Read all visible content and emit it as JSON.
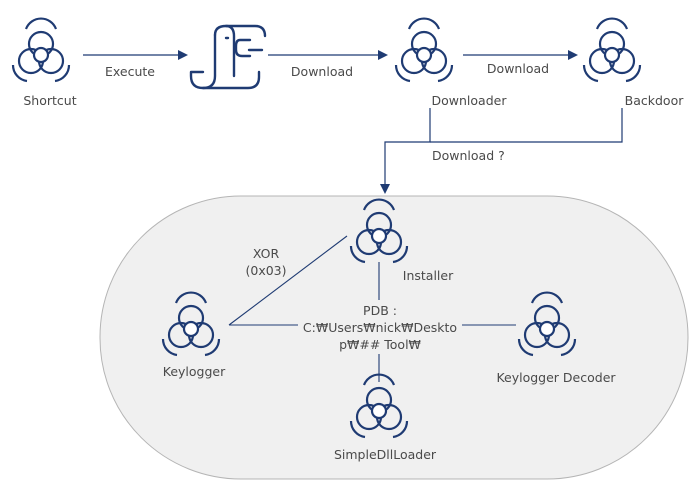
{
  "nodes": {
    "shortcut": {
      "label": "Shortcut",
      "icon": "biohazard-icon"
    },
    "script": {
      "label": "",
      "icon": "js-script-icon"
    },
    "downloader": {
      "label": "Downloader",
      "icon": "biohazard-icon"
    },
    "backdoor": {
      "label": "Backdoor",
      "icon": "biohazard-icon"
    },
    "installer": {
      "label": "Installer",
      "icon": "biohazard-icon"
    },
    "keylogger": {
      "label": "Keylogger",
      "icon": "biohazard-icon"
    },
    "keylogger_decoder": {
      "label": "Keylogger Decoder",
      "icon": "biohazard-icon"
    },
    "simple_dll_loader": {
      "label": "SimpleDllLoader",
      "icon": "biohazard-icon"
    }
  },
  "edges": {
    "execute": "Execute",
    "download_1": "Download",
    "download_2": "Download",
    "download_q": "Download ?",
    "xor_line1": "XOR",
    "xor_line2": "(0x03)",
    "pdb_line1": "PDB :",
    "pdb_line2": "C:₩Users₩nick₩Deskto",
    "pdb_line3": "p₩## Tool₩"
  },
  "colors": {
    "icon": "#1f3b73",
    "line": "#1f3b73",
    "group_fill": "#f0f0f0",
    "group_stroke": "#b5b5b5",
    "text": "#4a4a4a"
  }
}
